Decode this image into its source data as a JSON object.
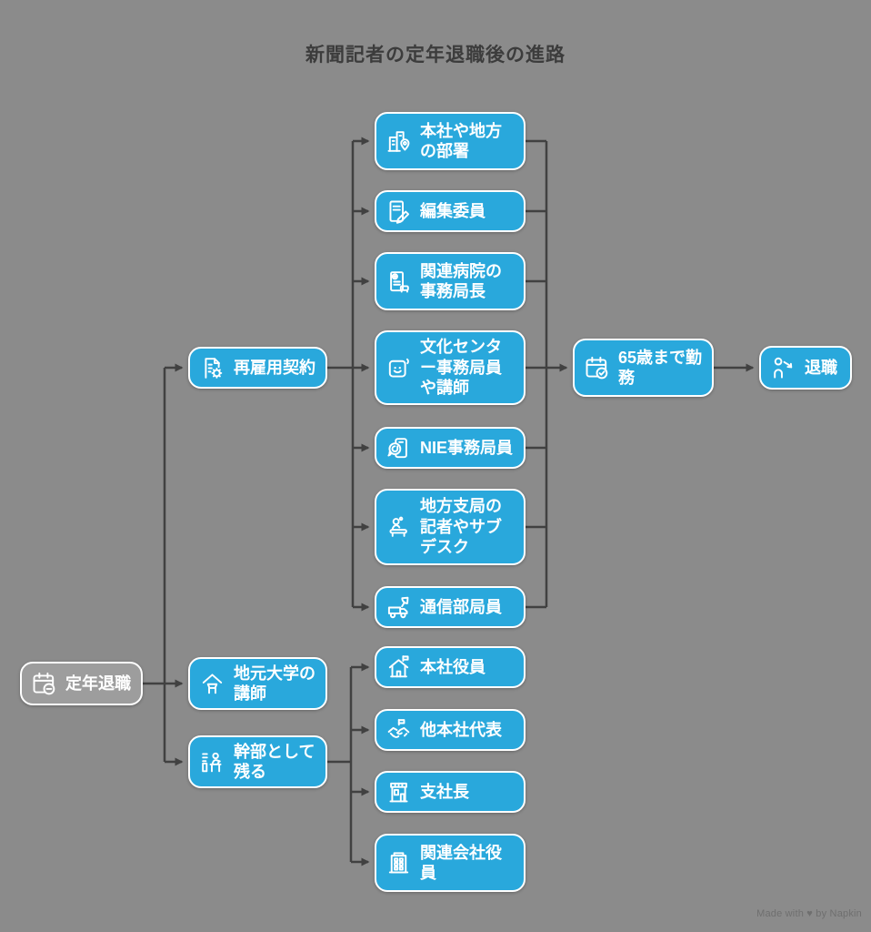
{
  "title": "新聞記者の定年退職後の進路",
  "watermark": "Made with ♥ by Napkin",
  "colors": {
    "background": "#8B8B8B",
    "node_fill": "#29A8DC",
    "node_border": "#FFFFFF",
    "node_text": "#FFFFFF",
    "start_node_fill": "#9D9D9D",
    "connector_line": "#414141",
    "title_text": "#3C3C3C"
  },
  "nodes": {
    "teinen": {
      "label": "定年退職",
      "icon": "calendar-minus-icon"
    },
    "saikoyou": {
      "label": "再雇用契約",
      "icon": "contract-icon"
    },
    "jimoto_daigaku": {
      "label": "地元大学の\n講師",
      "icon": "lecture-house-icon"
    },
    "kanbu": {
      "label": "幹部として\n残る",
      "icon": "executive-desk-icon"
    },
    "honsha_chihou": {
      "label": "本社や地方\nの部署",
      "icon": "building-pin-icon"
    },
    "henshuu_iin": {
      "label": "編集委員",
      "icon": "document-pen-icon"
    },
    "kanren_byouin": {
      "label": "関連病院の\n事務局長",
      "icon": "clipboard-medical-icon"
    },
    "bunka_center": {
      "label": "文化センタ\nー事務局員\nや講師",
      "icon": "culture-face-icon"
    },
    "nie": {
      "label": "NIE事務局員",
      "icon": "nie-icon"
    },
    "chihou_shikyoku": {
      "label": "地方支局の\n記者やサブ\nデスク",
      "icon": "reporter-desk-icon"
    },
    "tsuushinbu": {
      "label": "通信部局員",
      "icon": "satellite-truck-icon"
    },
    "work65": {
      "label": "65歳まで勤\n務",
      "icon": "calendar-check-icon"
    },
    "taishoku": {
      "label": "退職",
      "icon": "retire-person-icon"
    },
    "honsha_yakuin": {
      "label": "本社役員",
      "icon": "house-flag-icon"
    },
    "tahonsha_daihyou": {
      "label": "他本社代表",
      "icon": "handshake-icon"
    },
    "shisha_chou": {
      "label": "支社長",
      "icon": "branch-office-icon"
    },
    "kanren_kaisha": {
      "label": "関連会社役\n員",
      "icon": "office-building-icon"
    }
  },
  "edges": [
    {
      "from": "teinen",
      "to": "saikoyou"
    },
    {
      "from": "teinen",
      "to": "jimoto_daigaku"
    },
    {
      "from": "teinen",
      "to": "kanbu"
    },
    {
      "from": "saikoyou",
      "to": "honsha_chihou"
    },
    {
      "from": "saikoyou",
      "to": "henshuu_iin"
    },
    {
      "from": "saikoyou",
      "to": "kanren_byouin"
    },
    {
      "from": "saikoyou",
      "to": "bunka_center"
    },
    {
      "from": "saikoyou",
      "to": "nie"
    },
    {
      "from": "saikoyou",
      "to": "chihou_shikyoku"
    },
    {
      "from": "saikoyou",
      "to": "tsuushinbu"
    },
    {
      "from": "honsha_chihou",
      "to": "work65"
    },
    {
      "from": "henshuu_iin",
      "to": "work65"
    },
    {
      "from": "kanren_byouin",
      "to": "work65"
    },
    {
      "from": "bunka_center",
      "to": "work65"
    },
    {
      "from": "nie",
      "to": "work65"
    },
    {
      "from": "chihou_shikyoku",
      "to": "work65"
    },
    {
      "from": "tsuushinbu",
      "to": "work65"
    },
    {
      "from": "work65",
      "to": "taishoku"
    },
    {
      "from": "kanbu",
      "to": "honsha_yakuin"
    },
    {
      "from": "kanbu",
      "to": "tahonsha_daihyou"
    },
    {
      "from": "kanbu",
      "to": "shisha_chou"
    },
    {
      "from": "kanbu",
      "to": "kanren_kaisha"
    }
  ]
}
